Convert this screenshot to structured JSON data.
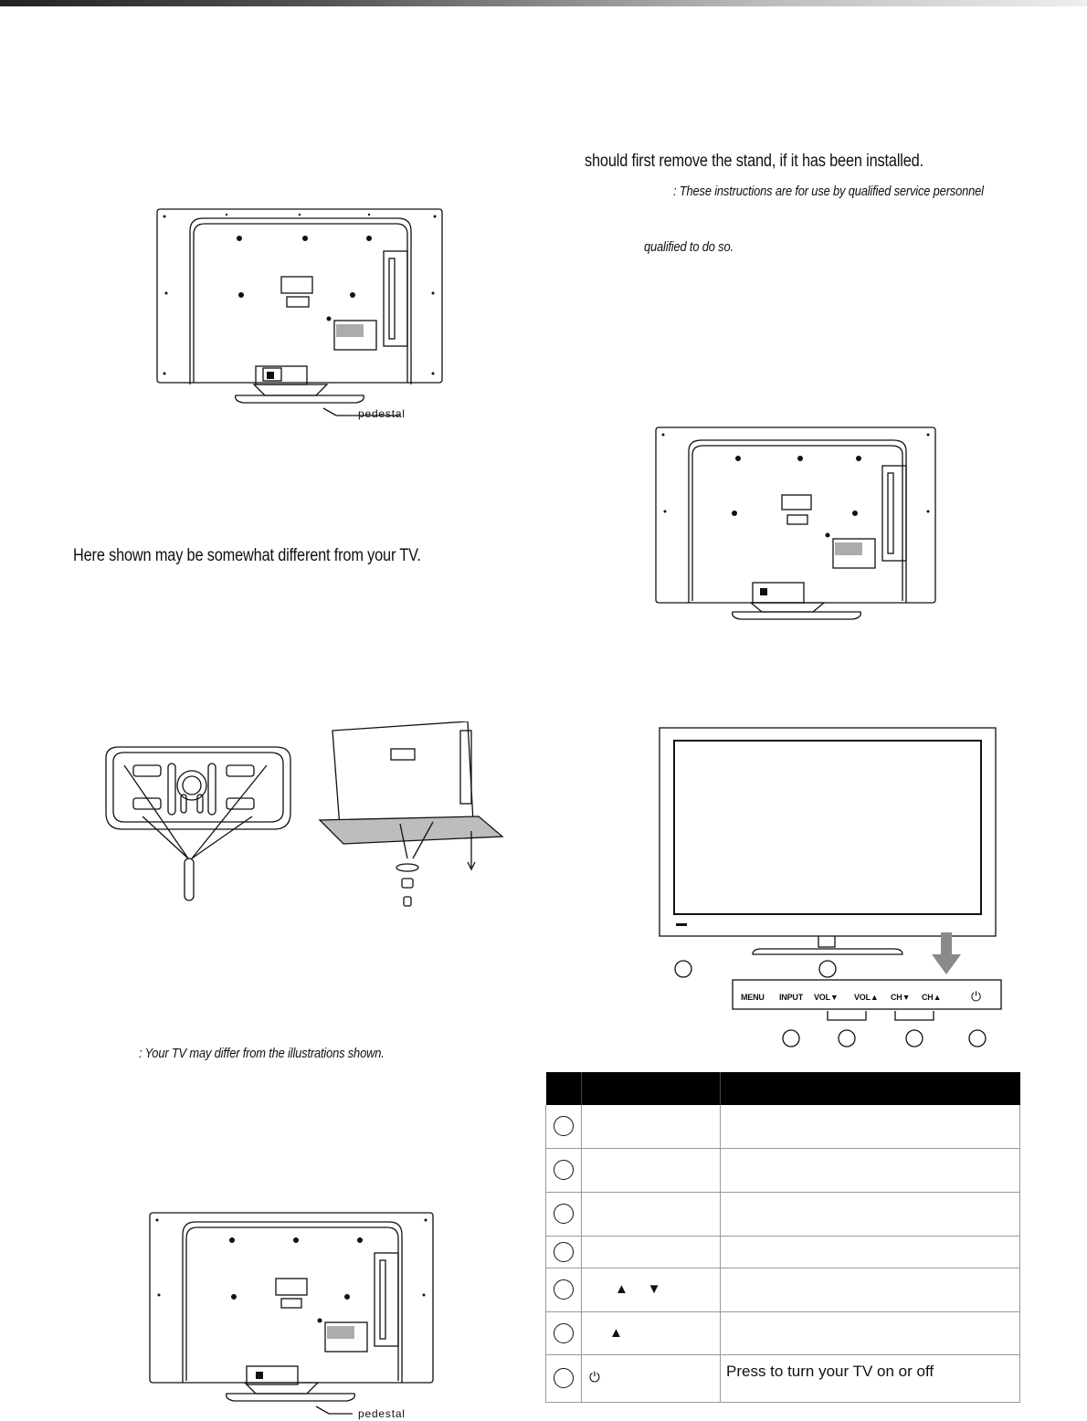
{
  "text": {
    "left_caption": "Here shown may be somewhat different from your TV.",
    "left_note": ": Your TV may differ from the illustrations shown.",
    "right_line": "should first remove the stand, if it has been installed.",
    "right_note_1": ": These instructions are for use by qualified service personnel",
    "right_note_2": "qualified to do so."
  },
  "labels": {
    "pedestal_1": "pedestal",
    "pedestal_2": "pedestal"
  },
  "panel": {
    "buttons": [
      "MENU",
      "INPUT",
      "VOL▼",
      "VOL▲",
      "CH▼",
      "CH▲"
    ],
    "power_symbol": "⏻"
  },
  "table": {
    "rows": [
      {
        "glyph": "",
        "desc": ""
      },
      {
        "glyph": "",
        "desc": ""
      },
      {
        "glyph": "",
        "desc": ""
      },
      {
        "glyph": "",
        "desc": ""
      },
      {
        "glyph": "▲     ▼",
        "desc": ""
      },
      {
        "glyph": "▲",
        "desc": ""
      },
      {
        "glyph": "⏻",
        "desc": "Press to turn your TV on or off"
      }
    ]
  }
}
